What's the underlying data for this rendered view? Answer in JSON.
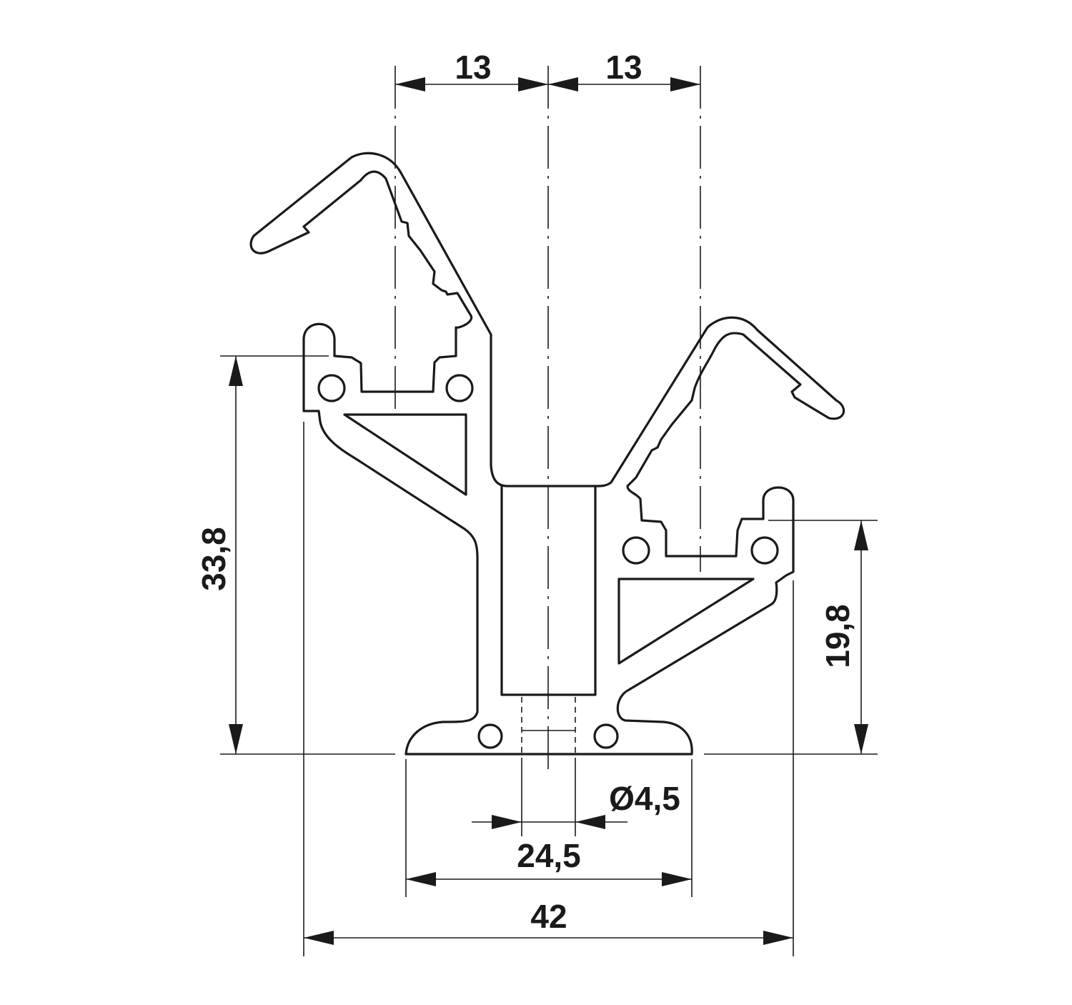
{
  "dimensions": {
    "top_left_width": "13",
    "top_right_width": "13",
    "left_height": "33,8",
    "right_height": "19,8",
    "hole_diameter": "Ø4,5",
    "base_width": "24,5",
    "overall_width": "42"
  }
}
